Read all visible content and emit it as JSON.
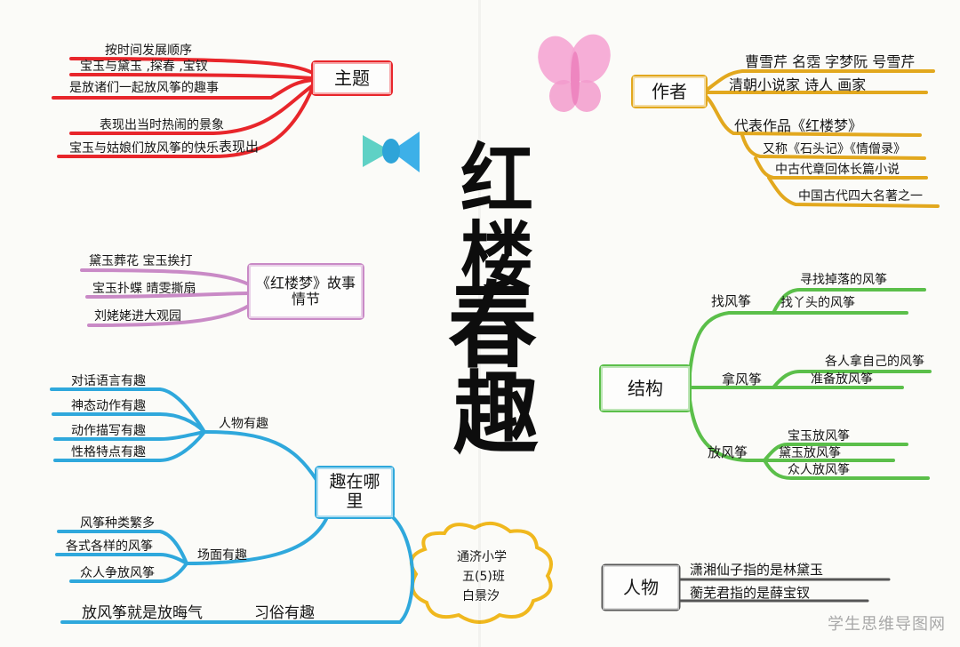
{
  "title": {
    "chars": [
      "红",
      "楼",
      "春",
      "趣"
    ]
  },
  "branches": {
    "theme": {
      "label": "主题",
      "color": "#e8262b",
      "items": [
        "按时间发展顺序",
        "宝玉与黛玉 ,探春 ,宝钗",
        "是放诸们一起放风筝的趣事",
        "表现出当时热闹的景象",
        "宝玉与姑娘们放风筝的快乐"
      ],
      "note": "表现出"
    },
    "author": {
      "label": "作者",
      "color": "#e2a81e",
      "items": [
        "曹雪芹 名霑 字梦阮 号雪芹",
        "清朝小说家 诗人 画家",
        "代表作品《红楼梦》",
        "又称《石头记》《情僧录》",
        "中古代章回体长篇小说",
        "中国古代四大名著之一"
      ]
    },
    "story": {
      "label": "《红楼梦》故事情节",
      "color": "#c98ac6",
      "items": [
        "黛玉葬花 宝玉挨打",
        "宝玉扑蝶 晴雯撕扇",
        "刘姥姥进大观园"
      ]
    },
    "structure": {
      "label": "结构",
      "color": "#5bbf4a",
      "subs": [
        {
          "label": "找风筝",
          "items": [
            "寻找掉落的风筝",
            "找丫头的风筝"
          ]
        },
        {
          "label": "拿风筝",
          "items": [
            "各人拿自己的风筝",
            "准备放风筝"
          ]
        },
        {
          "label": "放风筝",
          "items": [
            "宝玉放风筝",
            "黛玉放风筝",
            "众人放风筝"
          ]
        }
      ]
    },
    "fun": {
      "label": "趣在哪里",
      "color": "#2fa8dc",
      "sub1": {
        "label": "人物有趣",
        "items": [
          "对话语言有趣",
          "神态动作有趣",
          "动作描写有趣",
          "性格特点有趣"
        ]
      },
      "sub2": {
        "label": "场面有趣",
        "items": [
          "风筝种类繁多",
          "各式各样的风筝",
          "众人争放风筝"
        ]
      },
      "bottom": [
        "放风筝就是放晦气",
        "习俗有趣"
      ]
    },
    "characters": {
      "label": "人物",
      "color": "#555555",
      "items": [
        "潇湘仙子指的是林黛玉",
        "蘅芜君指的是薛宝钗"
      ]
    }
  },
  "cloud": {
    "lines": [
      "通济小学",
      "五(5)班",
      "白景汐"
    ]
  },
  "watermark": "学生思维导图网"
}
